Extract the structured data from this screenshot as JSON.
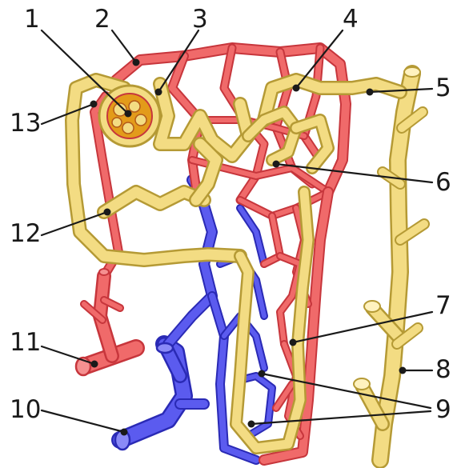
{
  "labels": {
    "l1": "1",
    "l2": "2",
    "l3": "3",
    "l4": "4",
    "l5": "5",
    "l6": "6",
    "l7": "7",
    "l8": "8",
    "l9": "9",
    "l10": "10",
    "l11": "11",
    "l12": "12",
    "l13": "13"
  },
  "colors": {
    "tubule": "#f3dc83",
    "arterial": "#f06a6a",
    "venous": "#5b5bef",
    "glomerulus": "#e0a020"
  }
}
